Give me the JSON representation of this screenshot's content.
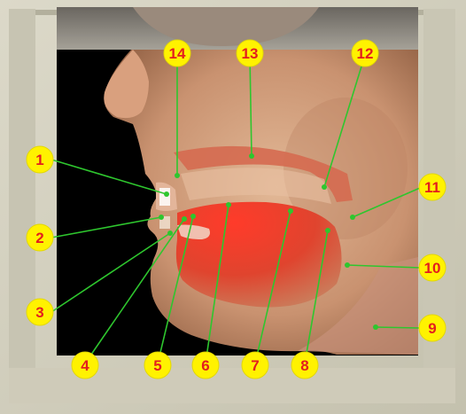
{
  "colors": {
    "frame": "#d3d0bf",
    "frame_shadow": "#a9a693",
    "marker_fill": "#fff200",
    "marker_text": "#e31e1e",
    "leader_line": "#2ec62e",
    "tongue": "#e03a2a"
  },
  "markers": [
    {
      "id": "marker-1",
      "text": "1"
    },
    {
      "id": "marker-2",
      "text": "2"
    },
    {
      "id": "marker-3",
      "text": "3"
    },
    {
      "id": "marker-4",
      "text": "4"
    },
    {
      "id": "marker-5",
      "text": "5"
    },
    {
      "id": "marker-6",
      "text": "6"
    },
    {
      "id": "marker-7",
      "text": "7"
    },
    {
      "id": "marker-8",
      "text": "8"
    },
    {
      "id": "marker-9",
      "text": "9"
    },
    {
      "id": "marker-10",
      "text": "10"
    },
    {
      "id": "marker-11",
      "text": "11"
    },
    {
      "id": "marker-12",
      "text": "12"
    },
    {
      "id": "marker-13",
      "text": "13"
    },
    {
      "id": "marker-14",
      "text": "14"
    }
  ]
}
